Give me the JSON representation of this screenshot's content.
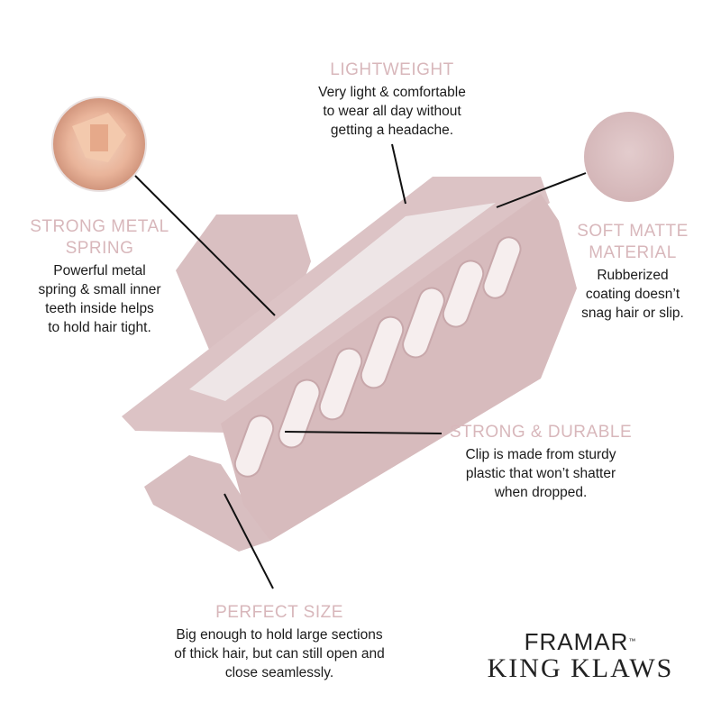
{
  "callouts": {
    "lightweight": {
      "title": "LIGHTWEIGHT",
      "body": [
        "Very light & comfortable",
        "to wear all day without",
        "getting a headache."
      ]
    },
    "spring": {
      "title": [
        "STRONG METAL",
        "SPRING"
      ],
      "body": [
        "Powerful metal",
        "spring & small inner",
        "teeth inside helps",
        "to hold hair tight."
      ]
    },
    "matte": {
      "title": [
        "SOFT MATTE",
        "MATERIAL"
      ],
      "body": [
        "Rubberized",
        "coating doesn’t",
        "snag hair or slip."
      ]
    },
    "durable": {
      "title": "STRONG & DURABLE",
      "body": [
        "Clip is made from sturdy",
        "plastic that won’t shatter",
        "when dropped."
      ]
    },
    "size": {
      "title": "PERFECT SIZE",
      "body": [
        "Big enough to hold large sections",
        "of thick hair, but can still open and",
        "close seamlessly."
      ]
    }
  },
  "brand": {
    "name": "FRAMAR",
    "tm": "™",
    "product": "KING KLAWS"
  },
  "colors": {
    "accent": "#d8b7bb",
    "clip": "#dcc2c4",
    "clip_shadow": "#c9abae",
    "text": "#1b1b1b"
  }
}
